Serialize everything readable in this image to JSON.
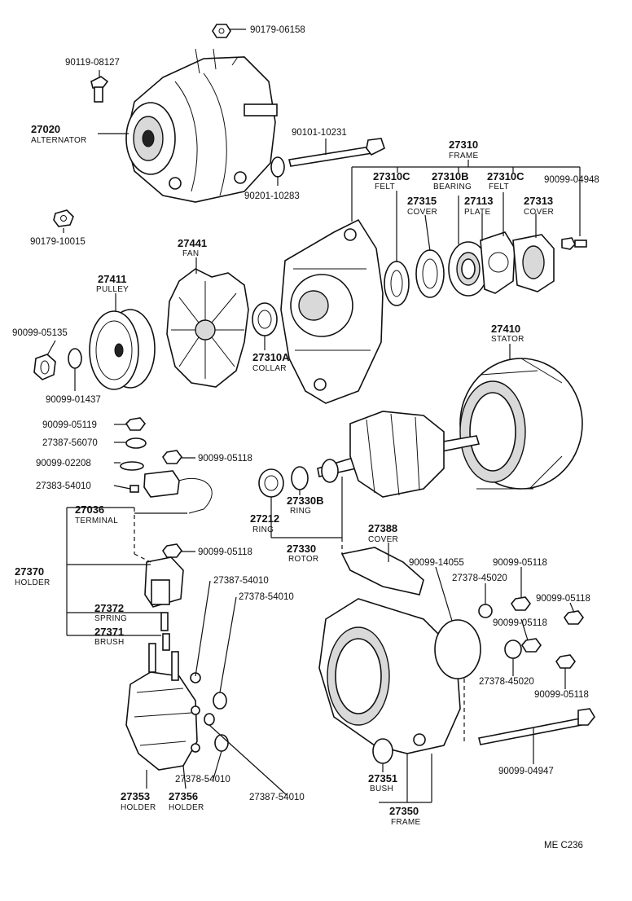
{
  "labels": {
    "p90179_06158": "90179-06158",
    "p90119_08127": "90119-08127",
    "p27020": "27020",
    "n_alternator": "ALTERNATOR",
    "p90101_10231": "90101-10231",
    "p90201_10283": "90201-10283",
    "p90179_10015": "90179-10015",
    "p27310": "27310",
    "n_frame_top": "FRAME",
    "p27310c_a": "27310C",
    "n_felt_a": "FELT",
    "p27310b": "27310B",
    "n_bearing": "BEARING",
    "p27310c_b": "27310C",
    "n_felt_b": "FELT",
    "p90099_04948": "90099-04948",
    "p27315": "27315",
    "n_cover_a": "COVER",
    "p27113": "27113",
    "n_plate": "PLATE",
    "p27313": "27313",
    "n_cover_b": "COVER",
    "p27441": "27441",
    "n_fan": "FAN",
    "p27411": "27411",
    "n_pulley": "PULLEY",
    "p90099_05135": "90099-05135",
    "p90099_01437": "90099-01437",
    "p27310a": "27310A",
    "n_collar": "COLLAR",
    "p27410": "27410",
    "n_stator": "STATOR",
    "p90099_05119": "90099-05119",
    "p27387_56070": "27387-56070",
    "p90099_05118_a": "90099-05118",
    "p90099_02208": "90099-02208",
    "p27383_54010": "27383-54010",
    "p27036": "27036",
    "n_terminal": "TERMINAL",
    "p27212": "27212",
    "n_ring_a": "RING",
    "p27330b": "27330B",
    "n_ring_b": "RING",
    "p27330": "27330",
    "n_rotor": "ROTOR",
    "p27388": "27388",
    "n_cover_c": "COVER",
    "p90099_05118_b": "90099-05118",
    "p27370": "27370",
    "n_holder_a": "HOLDER",
    "p90099_14055": "90099-14055",
    "p90099_05118_c": "90099-05118",
    "p27378_45020_a": "27378-45020",
    "p90099_05118_d": "90099-05118",
    "p90099_05118_e": "90099-05118",
    "p27387_54010_a": "27387-54010",
    "p27378_54010_a": "27378-54010",
    "p27372": "27372",
    "n_spring": "SPRING",
    "p27371": "27371",
    "n_brush": "BRUSH",
    "p27378_45020_b": "27378-45020",
    "p90099_05118_f": "90099-05118",
    "p27378_54010_b": "27378-54010",
    "p27387_54010_b": "27387-54010",
    "p27351": "27351",
    "n_bush": "BUSH",
    "p90099_04947": "90099-04947",
    "p27353": "27353",
    "n_holder_b": "HOLDER",
    "p27356": "27356",
    "n_holder_c": "HOLDER",
    "p27350": "27350",
    "n_frame_bottom": "FRAME",
    "diagram_code": "ME C236"
  }
}
